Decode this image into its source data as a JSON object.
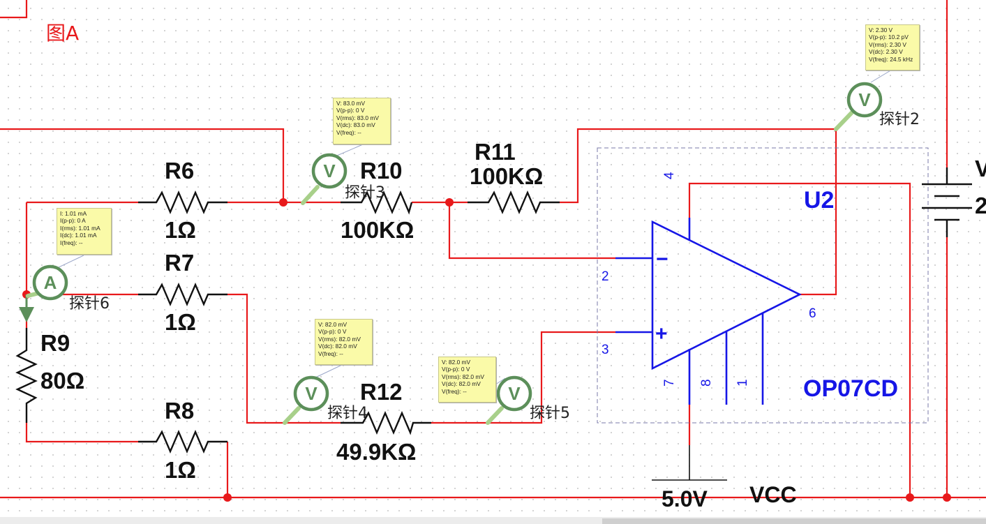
{
  "figure_label": "图A",
  "components": {
    "r6": {
      "name": "R6",
      "value": "1Ω"
    },
    "r7": {
      "name": "R7",
      "value": "1Ω"
    },
    "r8": {
      "name": "R8",
      "value": "1Ω"
    },
    "r9": {
      "name": "R9",
      "value": "80Ω"
    },
    "r10": {
      "name": "R10",
      "value": "100KΩ"
    },
    "r11": {
      "name": "R11",
      "value": "100KΩ"
    },
    "r12": {
      "name": "R12",
      "value": "49.9KΩ"
    },
    "opamp": {
      "name": "U2",
      "part": "OP07CD",
      "pins": {
        "p2": "2",
        "p3": "3",
        "p4": "4",
        "p6": "6",
        "p7": "7",
        "p8": "8",
        "p1": "1",
        "minus": "−",
        "plus": "+"
      }
    },
    "supply": {
      "value": "5.0V",
      "name": "VCC"
    },
    "battery_partial": {
      "top": "V",
      "bottom": "2"
    }
  },
  "probes": {
    "probe2": {
      "letter": "V",
      "label": "探针2",
      "readings": [
        "V: 2.30 V",
        "V(p-p): 10.2 pV",
        "V(rms): 2.30 V",
        "V(dc): 2.30 V",
        "V(freq): 24.5 kHz"
      ]
    },
    "probe3": {
      "letter": "V",
      "label": "探针3",
      "readings": [
        "V: 83.0 mV",
        "V(p-p): 0 V",
        "V(rms): 83.0 mV",
        "V(dc): 83.0 mV",
        "V(freq): --"
      ]
    },
    "probe4": {
      "letter": "V",
      "label": "探针4",
      "readings": [
        "V: 82.0 mV",
        "V(p-p): 0 V",
        "V(rms): 82.0 mV",
        "V(dc): 82.0 mV",
        "V(freq): --"
      ]
    },
    "probe5": {
      "letter": "V",
      "label": "探针5",
      "readings": [
        "V: 82.0 mV",
        "V(p-p): 0 V",
        "V(rms): 82.0 mV",
        "V(dc): 82.0 mV",
        "V(freq): --"
      ]
    },
    "probe6": {
      "letter": "A",
      "label": "探针6",
      "readings": [
        "I: 1.01 mA",
        "I(p-p): 0 A",
        "I(rms): 1.01 mA",
        "I(dc): 1.01 mA",
        "I(freq): --"
      ]
    }
  },
  "colors": {
    "wire": "#e8191b",
    "component": "#111111",
    "opamp": "#1616e6",
    "probe": "#5c8f5a",
    "tooltip": "#fafaa8"
  }
}
